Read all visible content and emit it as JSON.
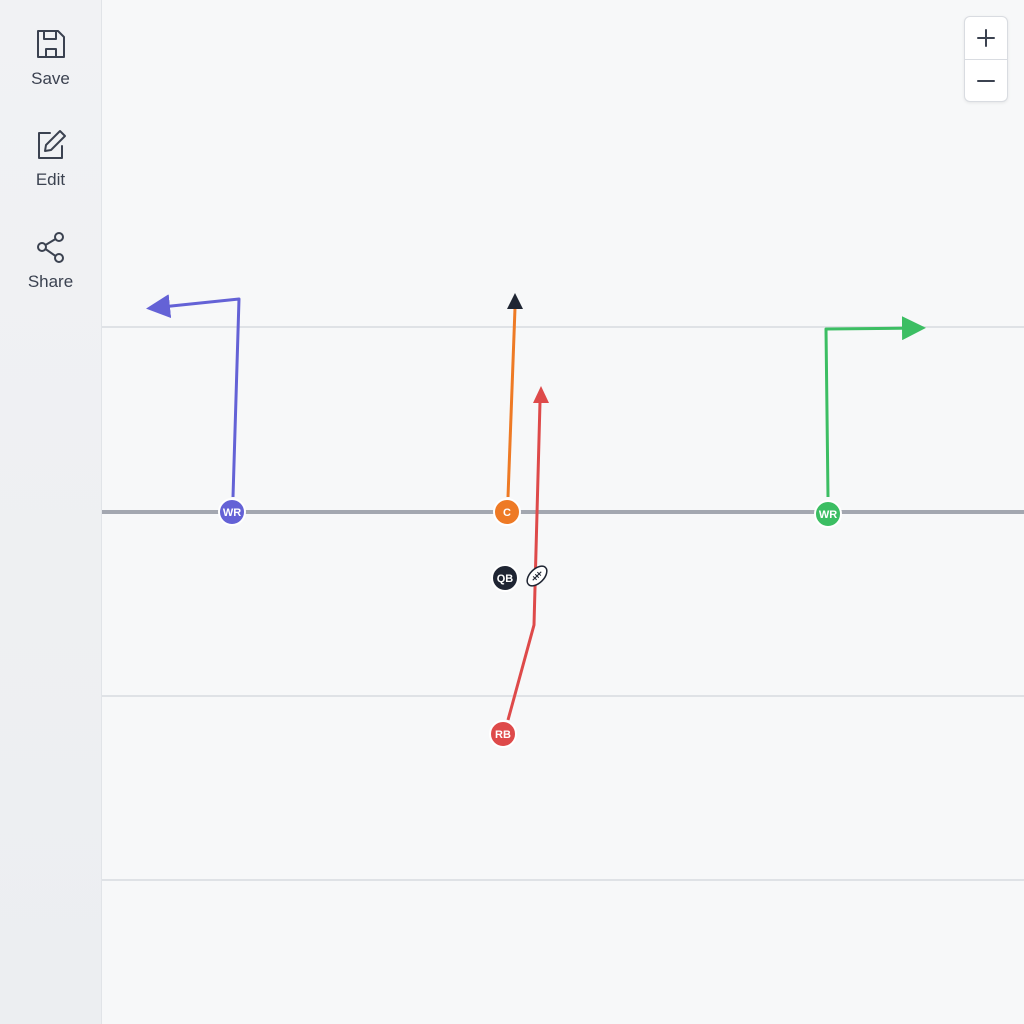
{
  "sidebar": {
    "items": [
      {
        "label": "Save",
        "icon": "save-icon"
      },
      {
        "label": "Edit",
        "icon": "edit-icon"
      },
      {
        "label": "Share",
        "icon": "share-icon"
      }
    ]
  },
  "zoom": {
    "zoom_in_icon": "plus-icon",
    "zoom_out_icon": "minus-icon"
  },
  "play": {
    "players": [
      {
        "label": "WR",
        "color": "#6462d6"
      },
      {
        "label": "C",
        "color": "#ee7a25"
      },
      {
        "label": "WR",
        "color": "#3cbe63"
      },
      {
        "label": "QB",
        "color": "#1f2533"
      },
      {
        "label": "RB",
        "color": "#de4a4a"
      }
    ],
    "route_colors": {
      "wr_left": "#6462d6",
      "center": "#ee7a25",
      "center_arrow": "#1f2533",
      "wr_right": "#3cbe63",
      "rb": "#de4a4a"
    },
    "ball_icon": "football-icon"
  }
}
